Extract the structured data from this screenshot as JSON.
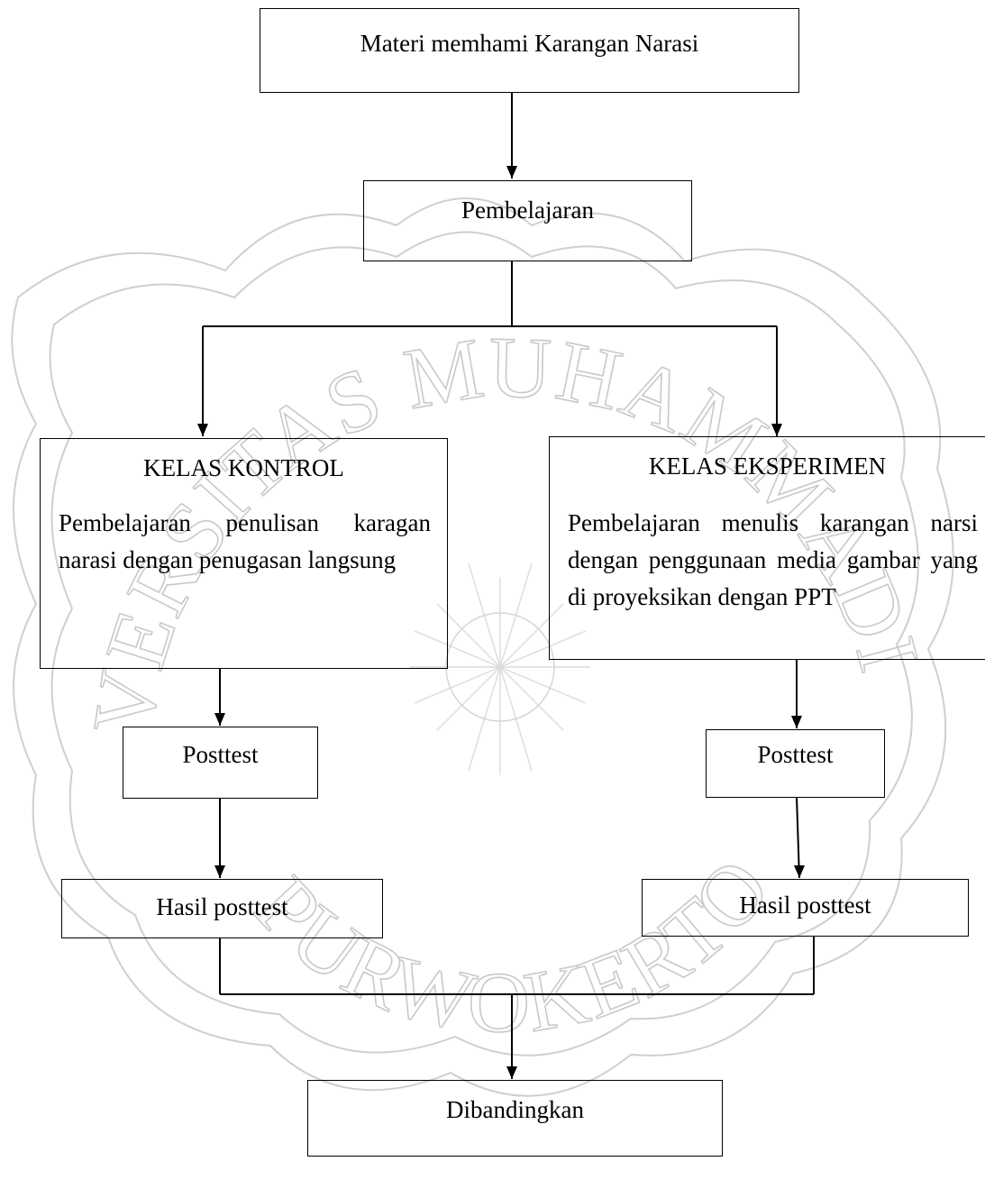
{
  "nodes": {
    "materi": "Materi memhami Karangan Narasi",
    "pembelajaran": "Pembelajaran",
    "kontrol": {
      "title": "KELAS KONTROL",
      "body": "Pembelajaran penulisan karagan narasi dengan penugasan langsung"
    },
    "eksperimen": {
      "title": "KELAS EKSPERIMEN",
      "body": "Pembelajaran menulis karangan narsi dengan penggunaan media gambar yang di proyeksikan dengan PPT"
    },
    "posttest_left": "Posttest",
    "posttest_right": "Posttest",
    "hasil_left": "Hasil posttest",
    "hasil_right": "Hasil posttest",
    "dibandingkan": "Dibandingkan"
  },
  "watermark": {
    "top_text": "UNIVERSITAS MUHAMMADIYAH",
    "bottom_text": "PURWOKERTO"
  }
}
